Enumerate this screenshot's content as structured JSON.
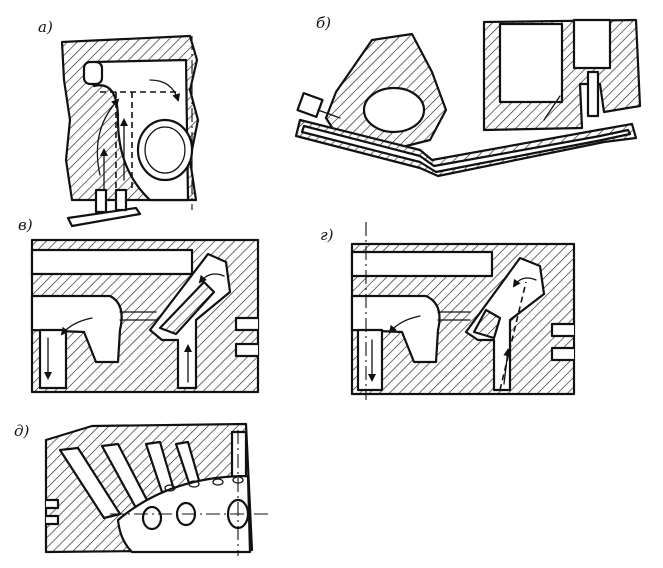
{
  "panels": [
    {
      "id": "a",
      "label": "а)"
    },
    {
      "id": "b",
      "label": "б)"
    },
    {
      "id": "v",
      "label": "в)"
    },
    {
      "id": "g",
      "label": "г)"
    },
    {
      "id": "d",
      "label": "д)"
    }
  ]
}
